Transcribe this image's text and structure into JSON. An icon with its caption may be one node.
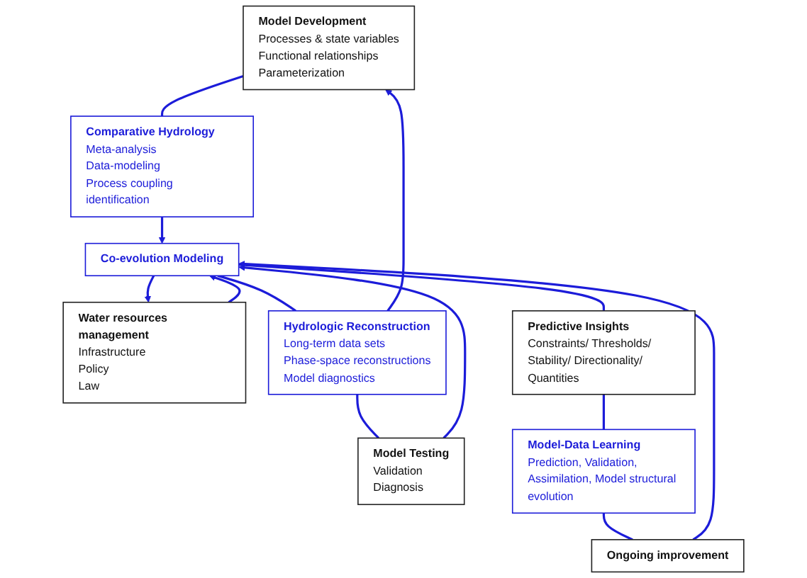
{
  "diagram": {
    "nodes": [
      {
        "text": [
          "Model Development",
          "Processes & state variables",
          "Functional relationships",
          "Parameterization"
        ]
      },
      {
        "text": [
          "Comparative Hydrology",
          "Meta-analysis",
          "Data-modeling",
          "Process coupling identification"
        ]
      },
      {
        "text": [
          "Water resources management",
          "Infrastructure",
          "Policy",
          "Law"
        ]
      },
      {
        "text": [
          "Model Testing",
          "Validation",
          "Diagnosis"
        ]
      },
      {
        "text": [
          "Co-evolution Modeling"
        ]
      },
      {
        "text": [
          "Ongoing improvement"
        ]
      },
      {
        "text": [
          "Hydrologic Reconstruction",
          "Long-term data sets",
          "Phase-space reconstructions",
          "Model diagnostics"
        ]
      },
      {
        "text": [
          "Model-Data Learning",
          "Prediction, Validation, Assimilation, Model structural evolution"
        ]
      },
      {
        "text": [
          "Predictive Insights",
          "Constraints/ Thresholds/ Stability/ Directionality/ Quantities"
        ]
      }
    ],
    "edges": [
      {
        "from": 0,
        "to": 1,
        "arrow": "none"
      },
      {
        "from": 1,
        "to": 4,
        "arrow": "to"
      },
      {
        "from": 3,
        "to": 4,
        "arrow": "to"
      },
      {
        "from": 4,
        "to": 2,
        "arrow": "to"
      },
      {
        "from": 2,
        "to": 4,
        "arrow": "to"
      },
      {
        "from": 6,
        "to": 0,
        "arrow": "to"
      },
      {
        "from": 6,
        "to": 3,
        "arrow": "none"
      },
      {
        "from": 4,
        "to": 6,
        "arrow": "none"
      },
      {
        "from": 4,
        "to": 8,
        "arrow": "none"
      },
      {
        "from": 8,
        "to": 7,
        "arrow": "none"
      },
      {
        "from": 7,
        "to": 5,
        "arrow": "none"
      },
      {
        "from": 5,
        "to": 4,
        "arrow": "to"
      }
    ]
  }
}
